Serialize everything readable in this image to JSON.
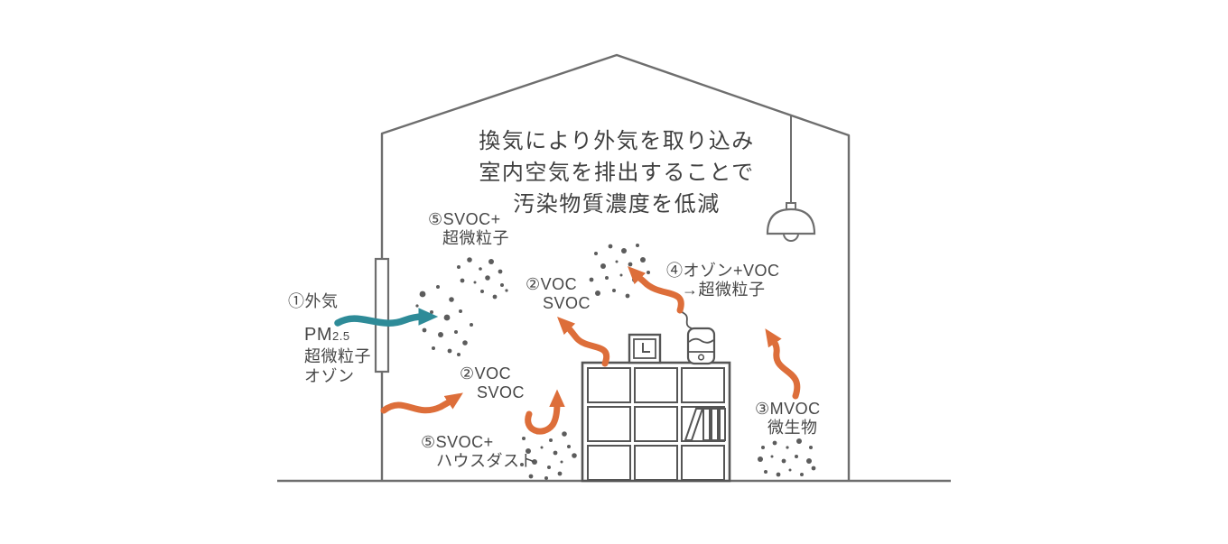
{
  "title": {
    "lines": {
      "l1": "換気により外気を取り込み",
      "l2": "室内空気を排出することで",
      "l3": "汚染物質濃度を低減"
    }
  },
  "labels": {
    "svoc_ultrafine_top": {
      "line1": "⑤SVOC+",
      "line2": "超微粒子"
    },
    "voc_svoc_upper": {
      "line1": "②VOC",
      "line2": "SVOC"
    },
    "ozone_voc": {
      "line1": "④オゾン+VOC",
      "line2": "→超微粒子"
    },
    "outdoor_air": {
      "title": "①外気",
      "pm": "PM",
      "pm_sub": "2.5",
      "line2": "超微粒子",
      "line3": "オゾン"
    },
    "voc_svoc_lower": {
      "line1": "②VOC",
      "line2": "SVOC"
    },
    "svoc_housedust": {
      "line1": "⑤SVOC+",
      "line2": "ハウスダスト"
    },
    "mvoc": {
      "line1": "③MVOC",
      "line2": "微生物"
    }
  },
  "colors": {
    "outline": "#6e6e6e",
    "text": "#474747",
    "arrow_orange": "#dd6e3a",
    "arrow_teal": "#2e8b98",
    "particles": "#5c5c5c",
    "background": "#ffffff"
  }
}
